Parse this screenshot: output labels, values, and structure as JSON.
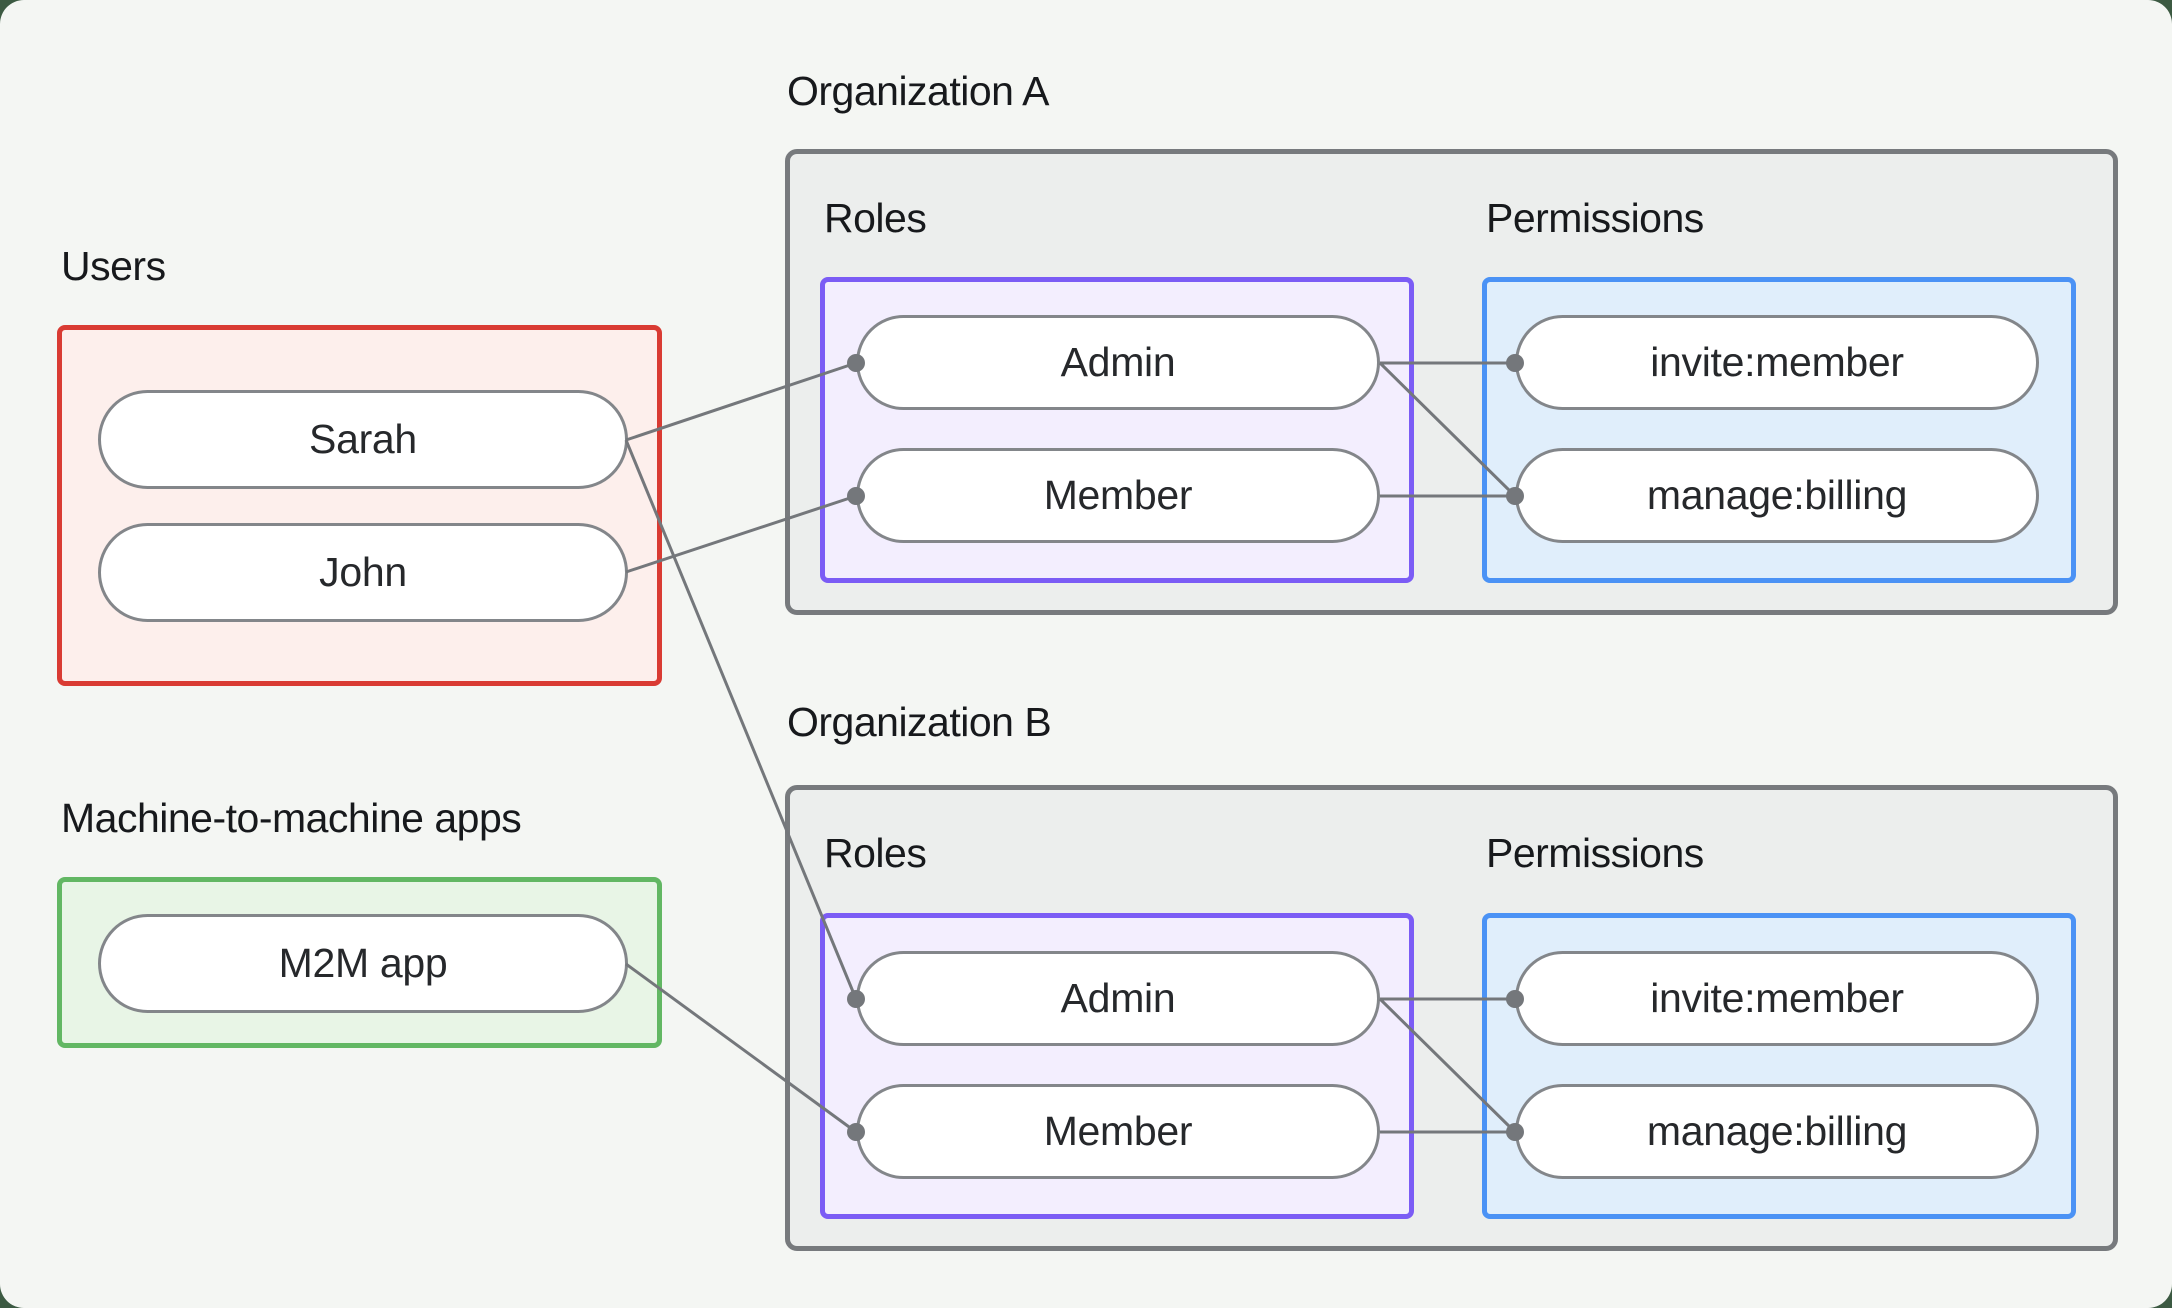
{
  "users_section": {
    "label": "Users",
    "items": [
      {
        "label": "Sarah"
      },
      {
        "label": "John"
      }
    ],
    "border_color": "#d93b33",
    "fill_color": "#fdefec"
  },
  "m2m_section": {
    "label": "Machine-to-machine apps",
    "items": [
      {
        "label": "M2M app"
      }
    ],
    "border_color": "#62b763",
    "fill_color": "#e8f5e6"
  },
  "organizations": [
    {
      "title": "Organization A",
      "roles_label": "Roles",
      "permissions_label": "Permissions",
      "roles": [
        {
          "label": "Admin"
        },
        {
          "label": "Member"
        }
      ],
      "permissions": [
        {
          "label": "invite:member"
        },
        {
          "label": "manage:billing"
        }
      ]
    },
    {
      "title": "Organization B",
      "roles_label": "Roles",
      "permissions_label": "Permissions",
      "roles": [
        {
          "label": "Admin"
        },
        {
          "label": "Member"
        }
      ],
      "permissions": [
        {
          "label": "invite:member"
        },
        {
          "label": "manage:billing"
        }
      ]
    }
  ],
  "connections": [
    {
      "from": "Sarah",
      "to": "Organization A / Admin"
    },
    {
      "from": "John",
      "to": "Organization A / Member"
    },
    {
      "from": "Sarah",
      "to": "Organization B / Admin"
    },
    {
      "from": "M2M app",
      "to": "Organization B / Member"
    },
    {
      "from": "Organization A / Admin",
      "to": "Organization A / invite:member"
    },
    {
      "from": "Organization A / Admin",
      "to": "Organization A / manage:billing"
    },
    {
      "from": "Organization A / Member",
      "to": "Organization A / manage:billing"
    },
    {
      "from": "Organization B / Admin",
      "to": "Organization B / invite:member"
    },
    {
      "from": "Organization B / Admin",
      "to": "Organization B / manage:billing"
    },
    {
      "from": "Organization B / Member",
      "to": "Organization B / manage:billing"
    }
  ],
  "colors": {
    "page_background": "#f4f6f3",
    "frame_background": "#3c5a42",
    "org_box_fill": "#eceeed",
    "org_box_border": "#777a7d",
    "roles_box_fill": "#f3eefe",
    "roles_box_border": "#7b5cf5",
    "permissions_box_fill": "#e0eefb",
    "permissions_box_border": "#4b92f5",
    "pill_fill": "#ffffff",
    "pill_border": "#83868a",
    "connector": "#74777b",
    "title_text": "#17191c",
    "pill_text": "#26282b"
  }
}
